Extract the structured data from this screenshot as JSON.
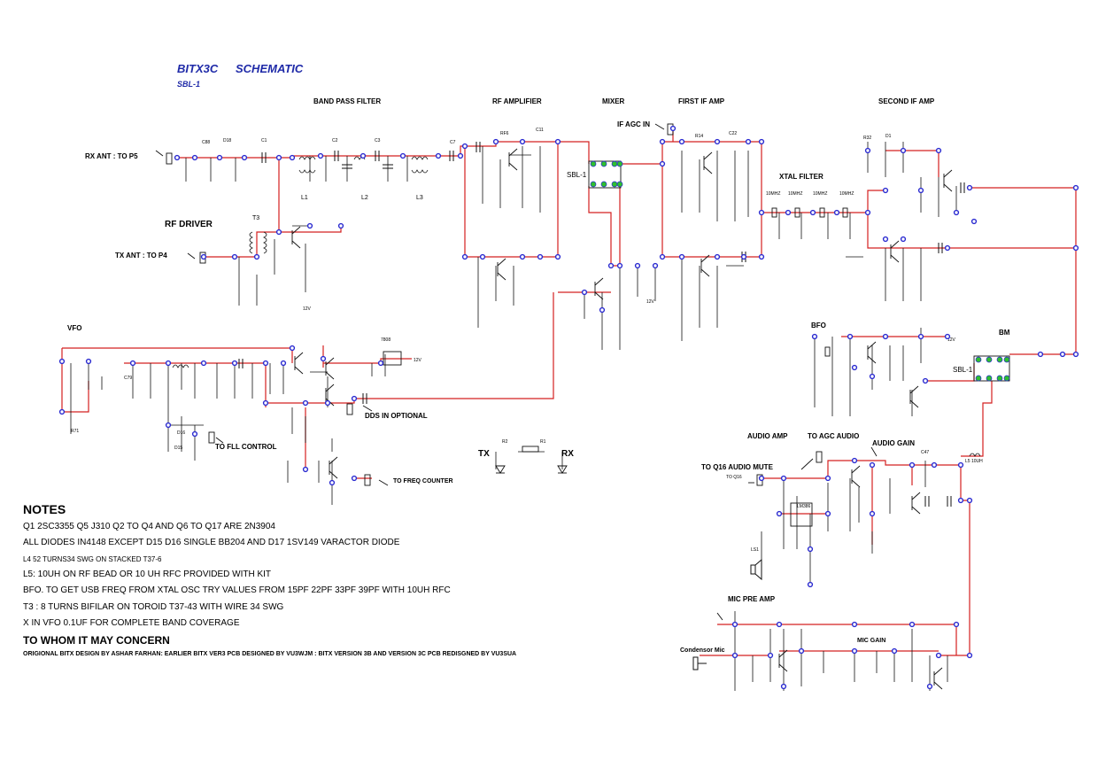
{
  "title": "BITX3C",
  "title2": "SCHEMATIC",
  "subtitle": "SBL-1",
  "sections": {
    "band_pass_filter": "BAND PASS FILTER",
    "rf_amplifier": "RF AMPLIFIER",
    "mixer": "MIXER",
    "first_if_amp": "FIRST IF AMP",
    "second_if_amp": "SECOND IF AMP",
    "xtal_filter": "XTAL FILTER",
    "rf_driver": "RF DRIVER",
    "vfo": "VFO",
    "bfo": "BFO",
    "bm": "BM",
    "audio_amp": "AUDIO AMP",
    "mic_pre_amp": "MIC PRE AMP"
  },
  "labels": {
    "rx_ant": "RX ANT : TO P5",
    "tx_ant": "TX  ANT : TO P4",
    "if_agc_in": "IF AGC IN",
    "sbl1_a": "SBL-1",
    "sbl1_b": "SBL-1",
    "dds_in": "DDS IN OPTIONAL",
    "to_fll": "TO FLL CONTROL",
    "to_freq": "TO FREQ COUNTER",
    "tx": "TX",
    "rx": "RX",
    "to_agc_audio": "TO AGC AUDIO",
    "audio_gain": "AUDIO GAIN",
    "to_q16": "TO Q16 AUDIO MUTE",
    "condenser_mic": "Condensor Mic",
    "mic_gain": "MIC GAIN",
    "t3": "T3",
    "l1": "L1",
    "l2": "L2",
    "l3": "L3",
    "v12a": "12V",
    "v12b": "12V"
  },
  "notes": {
    "heading": "NOTES",
    "line1": "Q1 2SC3355    Q5 J310     Q2 TO Q4 AND Q6 TO Q17 ARE 2N3904",
    "line2": "ALL DIODES IN4148 EXCEPT D15 D16 SINGLE BB204  AND D17 1SV149 VARACTOR DIODE",
    "line3": "L4 52 TURNS34 SWG ON STACKED T37-6",
    "line4": "L5: 10UH ON RF BEAD OR 10 UH RFC PROVIDED WITH KIT",
    "line5": "BFO.  TO GET USB FREQ FROM XTAL OSC TRY VALUES FROM 15PF 22PF 33PF 39PF WITH 10UH RFC",
    "line6": " T3 : 8 TURNS BIFILAR ON TOROID T37-43 WITH WIRE 34 SWG",
    "line7": "X IN VFO 0.1UF FOR COMPLETE BAND COVERAGE",
    "concern": "TO WHOM IT MAY CONCERN",
    "credit": "ORIGIONAL BITX DESIGN BY ASHAR FARHAN: EARLIER BITX VER3 PCB DESIGNED BY VU3WJM : BITX VERSION 3B AND VERSION 3C PCB REDISGNED BY VU3SUA"
  },
  "colors": {
    "wire_red": "#d42020",
    "wire_black": "#111111",
    "node_blue": "#2a2ad0",
    "title_blue": "#1f2aa8",
    "mixer_green": "#2fbf2f"
  }
}
